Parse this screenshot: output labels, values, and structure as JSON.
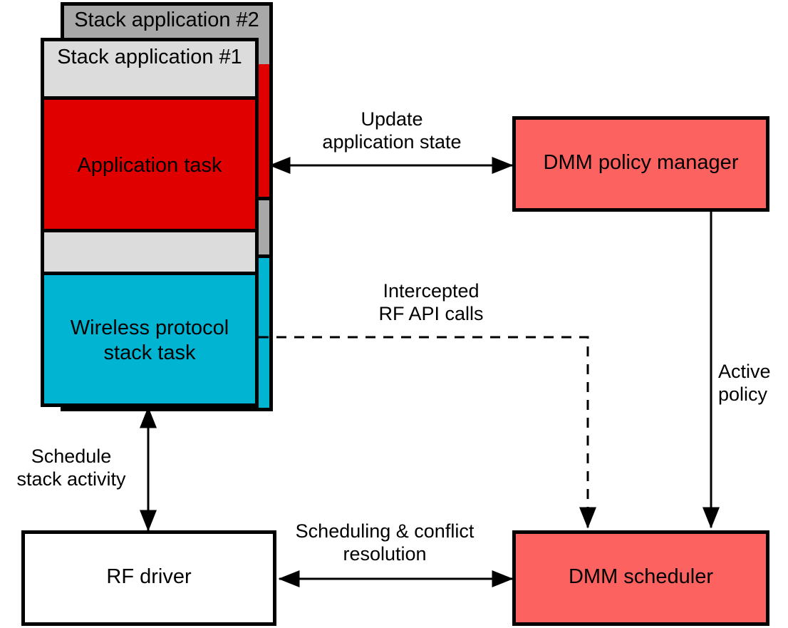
{
  "diagram": {
    "title": "DMM (Dynamic Multi-protocol Manager) architecture block diagram",
    "colors": {
      "stack_back_header": "#A8A8A8",
      "stack_front_header": "#DCDCDC",
      "application_task": "#E00000",
      "wireless_stack_task": "#00B4D2",
      "light_band": "#DCDCDC",
      "dmm_block": "#FC6260",
      "rf_driver": "#FFFFFF",
      "stroke": "#000000"
    },
    "nodes": {
      "stack_app_2": "Stack application #2",
      "stack_app_1": "Stack application #1",
      "application_task": "Application task",
      "wireless_stack_task": "Wireless protocol\nstack task",
      "rf_driver": "RF driver",
      "dmm_policy_manager": "DMM policy manager",
      "dmm_scheduler": "DMM scheduler"
    },
    "edge_labels": {
      "update_application_state": "Update\napplication state",
      "intercepted_rf_api_calls": "Intercepted\nRF API calls",
      "active_policy": "Active\npolicy",
      "schedule_stack_activity": "Schedule\nstack activity",
      "scheduling_conflict_resolution": "Scheduling & conflict\nresolution"
    }
  }
}
